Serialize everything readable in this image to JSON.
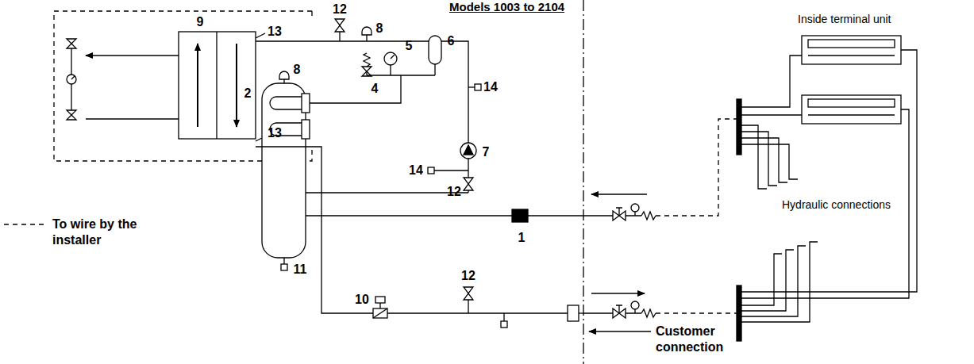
{
  "diagram": {
    "title": "Models 1003 to 2104",
    "labels": [
      "12",
      "8",
      "9",
      "13",
      "5",
      "6",
      "8",
      "4",
      "14",
      "2",
      "13",
      "7",
      "14",
      "12",
      "1",
      "11",
      "12",
      "10",
      "Inside terminal unit",
      "Hydraulic connections",
      "Customer connection"
    ],
    "legend": [
      {
        "text": "To wire by the installer"
      }
    ]
  }
}
